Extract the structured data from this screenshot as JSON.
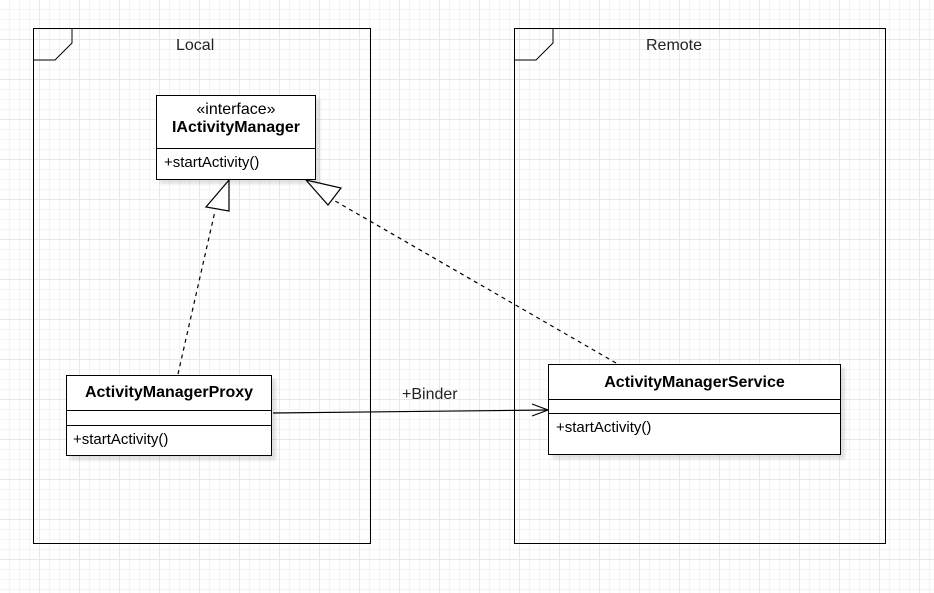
{
  "packages": {
    "local": {
      "title": "Local"
    },
    "remote": {
      "title": "Remote"
    }
  },
  "classes": {
    "iactivity_manager": {
      "stereotype": "«interface»",
      "name": "IActivityManager",
      "operation": "+startActivity()"
    },
    "activity_manager_proxy": {
      "name": "ActivityManagerProxy",
      "operation": "+startActivity()"
    },
    "activity_manager_service": {
      "name": "ActivityManagerService",
      "operation": "+startActivity()"
    }
  },
  "relations": {
    "binder": {
      "label": "+Binder"
    }
  }
}
